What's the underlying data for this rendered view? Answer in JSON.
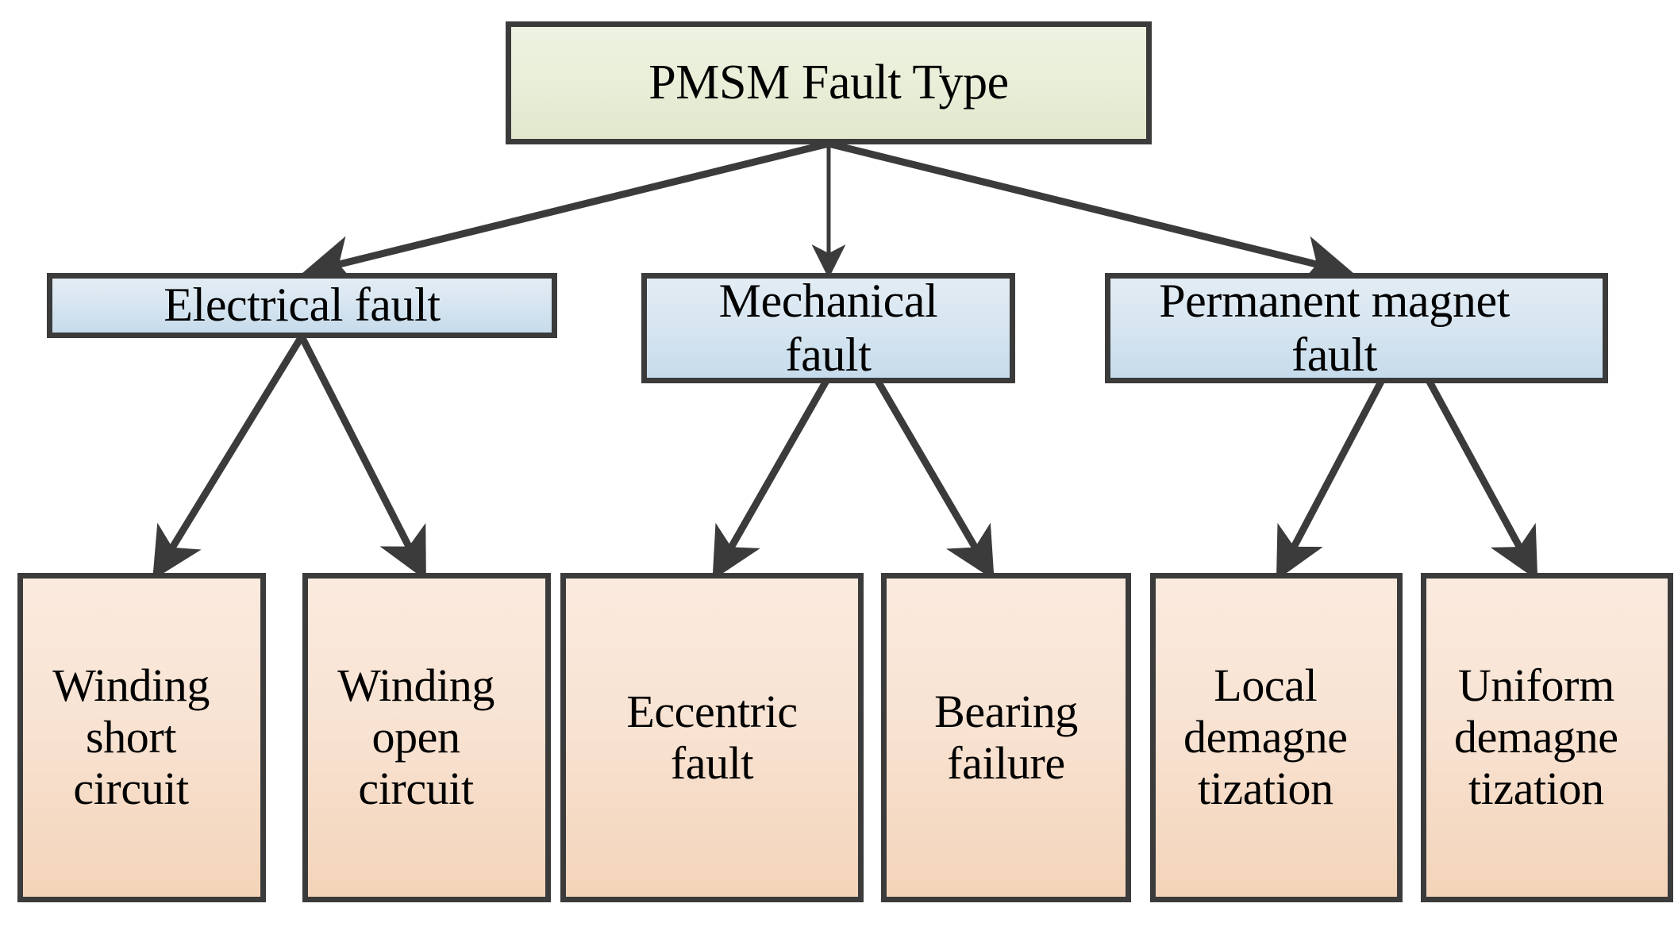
{
  "diagram": {
    "title": "PMSM Fault Type taxonomy",
    "type": "tree",
    "background_color": "#ffffff",
    "edge_color": "#3b3b3b",
    "levels": [
      {
        "name": "root",
        "fill_top": "#eef2e2",
        "fill_bottom": "#e1e8cc"
      },
      {
        "name": "category",
        "fill_top": "#e3ecf4",
        "fill_bottom": "#c6dbeb"
      },
      {
        "name": "fault",
        "fill_top": "#faeade",
        "fill_bottom": "#f3d4b9"
      }
    ],
    "root": {
      "id": "root",
      "label": "PMSM Fault Type"
    },
    "categories": [
      {
        "id": "electrical",
        "label": "Electrical fault"
      },
      {
        "id": "mechanical",
        "label": "Mechanical\nfault"
      },
      {
        "id": "magnet",
        "label": "Permanent magnet\nfault"
      }
    ],
    "faults": [
      {
        "id": "winding-short-circuit",
        "label": "Winding\nshort\ncircuit",
        "parent": "electrical"
      },
      {
        "id": "winding-open-circuit",
        "label": "Winding\nopen\ncircuit",
        "parent": "electrical"
      },
      {
        "id": "eccentric-fault",
        "label": "Eccentric\nfault",
        "parent": "mechanical"
      },
      {
        "id": "bearing-failure",
        "label": "Bearing\nfailure",
        "parent": "mechanical"
      },
      {
        "id": "local-demagnetization",
        "label": "Local\ndemagne\ntization",
        "parent": "magnet"
      },
      {
        "id": "uniform-demagnetization",
        "label": "Uniform\ndemagne\ntization",
        "parent": "magnet"
      }
    ],
    "edges": [
      {
        "from": "root",
        "to": "electrical"
      },
      {
        "from": "root",
        "to": "mechanical"
      },
      {
        "from": "root",
        "to": "magnet"
      },
      {
        "from": "electrical",
        "to": "winding-short-circuit"
      },
      {
        "from": "electrical",
        "to": "winding-open-circuit"
      },
      {
        "from": "mechanical",
        "to": "eccentric-fault"
      },
      {
        "from": "mechanical",
        "to": "bearing-failure"
      },
      {
        "from": "magnet",
        "to": "local-demagnetization"
      },
      {
        "from": "magnet",
        "to": "uniform-demagnetization"
      }
    ]
  }
}
